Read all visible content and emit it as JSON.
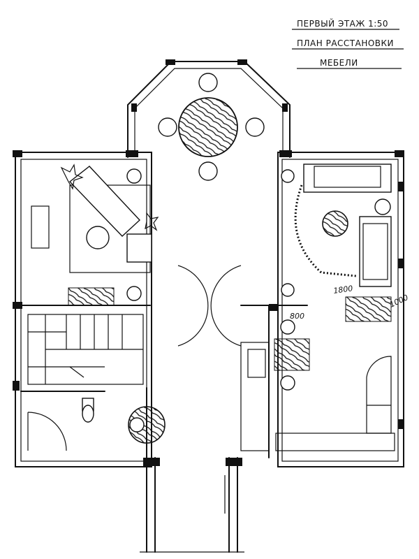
{
  "title": {
    "line1": "ПЕРВЫЙ ЭТАЖ 1:50",
    "line2": "ПЛАН РАССТАНОВКИ",
    "line3": "МЕБЕЛИ"
  },
  "dimensions": {
    "d1": "1800",
    "d2": "1000",
    "d3": "800"
  },
  "colors": {
    "ink": "#111111",
    "paper": "#ffffff"
  }
}
